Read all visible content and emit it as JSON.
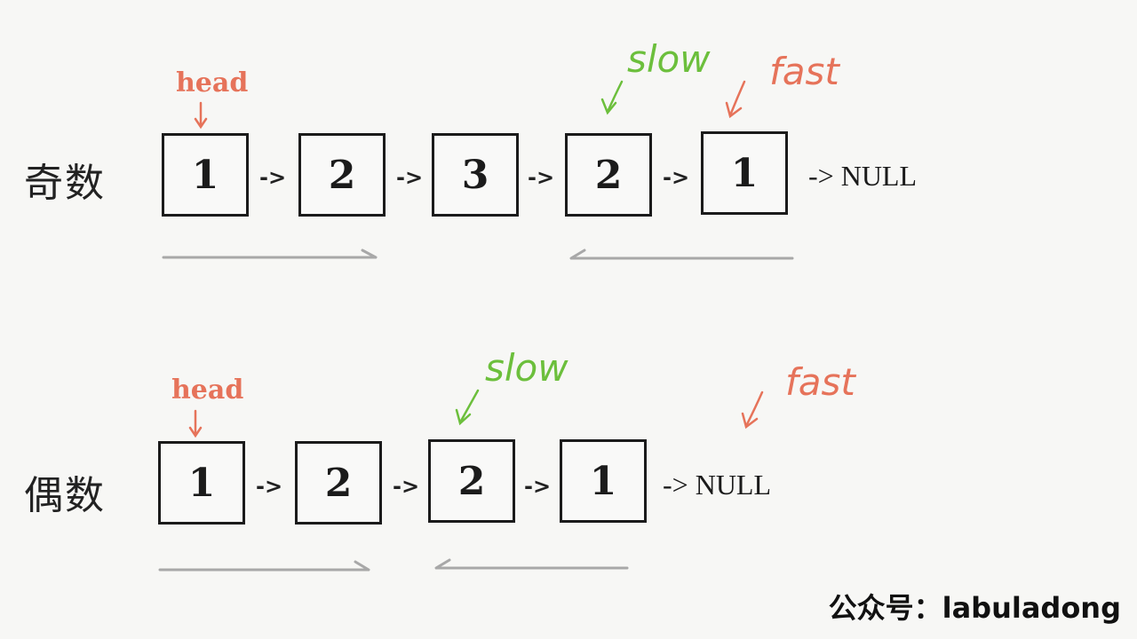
{
  "colors": {
    "head": "#e6735a",
    "slow": "#6cbf3c",
    "fast": "#e6735a",
    "direction": "#a8a8a8"
  },
  "odd": {
    "label": "奇数",
    "nodes": [
      "1",
      "2",
      "3",
      "2",
      "1"
    ],
    "connector": "->",
    "null": "-> NULL",
    "head": "head",
    "slow": "slow",
    "fast": "fast"
  },
  "even": {
    "label": "偶数",
    "nodes": [
      "1",
      "2",
      "2",
      "1"
    ],
    "connector": "->",
    "null": "-> NULL",
    "head": "head",
    "slow": "slow",
    "fast": "fast"
  },
  "watermark": "公众号：labuladong"
}
